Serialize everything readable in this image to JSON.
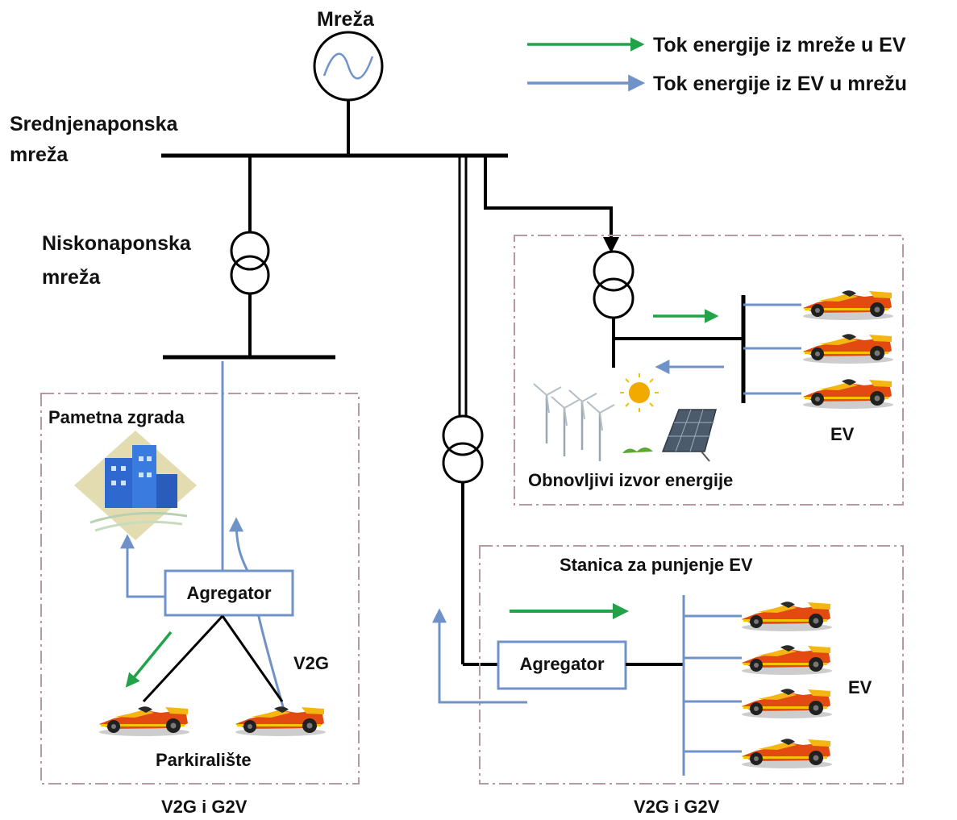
{
  "legend": {
    "grid_to_ev": "Tok energije iz mreže u EV",
    "ev_to_grid": "Tok energije iz EV u mrežu"
  },
  "labels": {
    "grid": "Mreža",
    "mv_line1": "Srednjenaponska",
    "mv_line2": "mreža",
    "lv_line1": "Niskonaponska",
    "lv_line2": "mreža",
    "smart_building": "Pametna zgrada",
    "aggregator_left": "Agregator",
    "aggregator_right": "Agregator",
    "v2g": "V2G",
    "parking": "Parkiralište",
    "left_mode": "V2G i G2V",
    "right_mode": "V2G i G2V",
    "renewable": "Obnovljivi izvor energije",
    "ev_top": "EV",
    "ev_bottom": "EV",
    "charging_station": "Stanica za punjenje EV"
  },
  "colors": {
    "grid_to_ev": "#22a34a",
    "ev_to_grid": "#6f93c8",
    "bus": "#000000",
    "frame": "#b59aa0"
  },
  "icons": [
    "ac-source-icon",
    "transformer-icon",
    "smart-building-icon",
    "wind-turbine-icon",
    "sun-icon",
    "solar-panel-icon",
    "race-car-icon"
  ]
}
